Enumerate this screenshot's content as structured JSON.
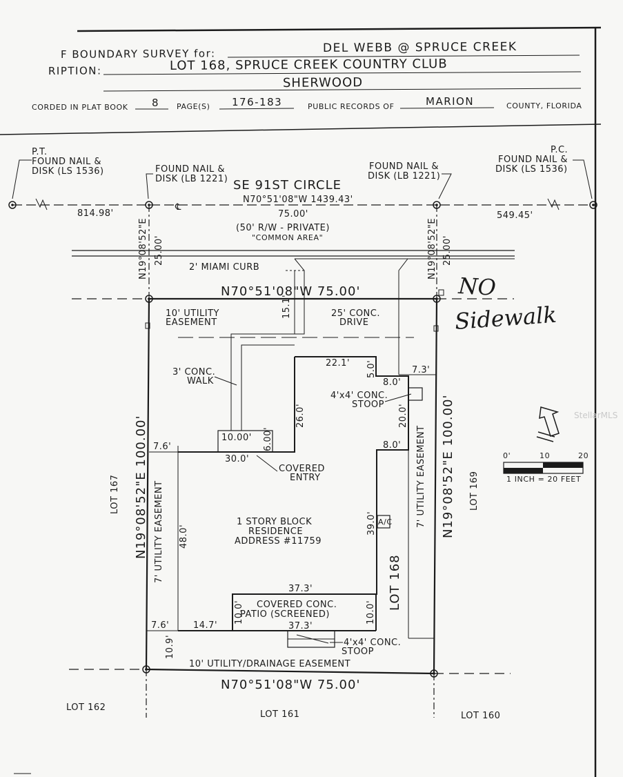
{
  "header": {
    "survey_for_label": "F BOUNDARY SURVEY for:",
    "survey_for_value": "DEL WEBB @ SPRUCE CREEK",
    "description_label": "RIPTION:",
    "description_line1": "LOT 168, SPRUCE CREEK COUNTRY CLUB",
    "description_line2": "SHERWOOD",
    "plat_book_label": "CORDED IN PLAT BOOK",
    "plat_book_value": "8",
    "pages_label": "PAGE(S)",
    "pages_value": "176-183",
    "public_records_label": "PUBLIC RECORDS OF",
    "county_value": "MARION",
    "county_label": "COUNTY, FLORIDA"
  },
  "street": {
    "pt_label": "P.T.",
    "pt_found": "FOUND NAIL &",
    "pt_disk": "DISK (LS 1536)",
    "left_found": "FOUND NAIL &",
    "left_disk": "DISK (LB 1221)",
    "name": "SE 91ST CIRCLE",
    "right_found": "FOUND NAIL &",
    "right_disk": "DISK (LB 1221)",
    "pc_label": "P.C.",
    "pc_found": "FOUND NAIL &",
    "pc_disk": "DISK (LS 1536)",
    "bearing": "N70°51'08\"W 1439.43'",
    "dist_left": "814.98'",
    "centerline": "℄",
    "frontage": "75.00'",
    "dist_right": "549.45'",
    "row": "(50' R/W - PRIVATE)",
    "common_area": "\"COMMON AREA\"",
    "curb": "2' MIAMI CURB",
    "left_bearing": "N19°08'52\"E",
    "left_dist": "25.00'",
    "right_bearing": "N19°08'52\"E",
    "right_dist": "25.00'"
  },
  "lot": {
    "front_line": "N70°51'08\"W 75.00'",
    "rear_line": "N70°51'08\"W 75.00'",
    "left_line": "N19°08'52\"E 100.00'",
    "right_line": "N19°08'52\"E 100.00'",
    "lot_label": "LOT 168",
    "lot_167": "LOT 167",
    "lot_169": "LOT 169",
    "lot_162": "LOT 162",
    "lot_161": "LOT 161",
    "lot_160": "LOT 160"
  },
  "easements": {
    "front_util_1": "10' UTILITY",
    "front_util_2": "EASEMENT",
    "left_util": "7' UTILITY EASEMENT",
    "right_util": "7' UTILITY EASEMENT",
    "rear_util": "10' UTILITY/DRAINAGE EASEMENT"
  },
  "features": {
    "drive_1": "25' CONC.",
    "drive_2": "DRIVE",
    "walk_1": "3' CONC.",
    "walk_2": "WALK",
    "stoop_front_1": "4'x4' CONC.",
    "stoop_front_2": "STOOP",
    "covered_entry_1": "COVERED",
    "covered_entry_2": "ENTRY",
    "residence_1": "1 STORY BLOCK",
    "residence_2": "RESIDENCE",
    "residence_3": "ADDRESS #11759",
    "patio_1": "COVERED CONC.",
    "patio_2": "PATIO (SCREENED)",
    "stoop_rear_1": "4'x4' CONC.",
    "stoop_rear_2": "STOOP",
    "ac": "A/C"
  },
  "dimensions": {
    "d_15_1": "15.1'",
    "d_22_1": "22.1'",
    "d_5_0": "5.0'",
    "d_7_3": "7.3'",
    "d_8_0a": "8.0'",
    "d_26_0": "26.0'",
    "d_20_0": "20.0'",
    "d_10_00": "10.00'",
    "d_6_00": "6.00'",
    "d_7_6a": "7.6'",
    "d_30_0": "30.0'",
    "d_8_0b": "8.0'",
    "d_48_0": "48.0'",
    "d_39_0": "39.0'",
    "d_37_3a": "37.3'",
    "d_10_0a": "10.0'",
    "d_10_0b": "10.0'",
    "d_7_6b": "7.6'",
    "d_14_7": "14.7'",
    "d_37_3b": "37.3'",
    "d_10_9": "10.9'"
  },
  "scale": {
    "s0": "0'",
    "s10": "10",
    "s20": "20",
    "caption": "1 INCH = 20 FEET"
  },
  "handwritten": {
    "line1": "NO",
    "line2": "Sidewalk"
  },
  "watermark": "StellarMLS"
}
